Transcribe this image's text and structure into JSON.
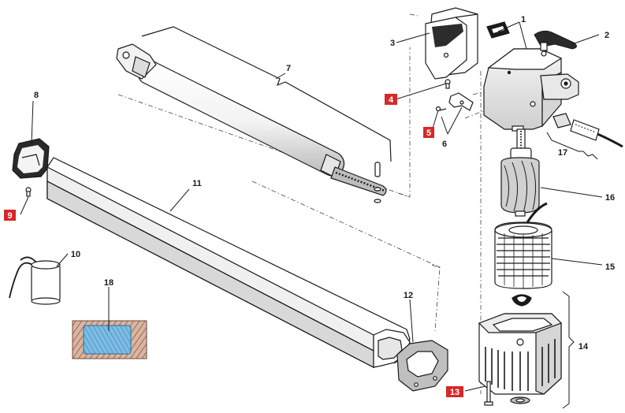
{
  "labels": {
    "p1": "1",
    "p2": "2",
    "p3": "3",
    "p4": "4",
    "p5": "5",
    "p6": "6",
    "p7": "7",
    "p8": "8",
    "p9": "9",
    "p10": "10",
    "p11": "11",
    "p12": "12",
    "p13": "13",
    "p14": "14",
    "p15": "15",
    "p16": "16",
    "p17": "17",
    "p18": "18"
  },
  "colors": {
    "ink": "#1a1a1a",
    "highlight_badge": "#d62828",
    "shade": "#c8c8c8",
    "light": "#eeeeee",
    "label_blue": "#5fa8d8",
    "label_brown": "#b5836a"
  }
}
